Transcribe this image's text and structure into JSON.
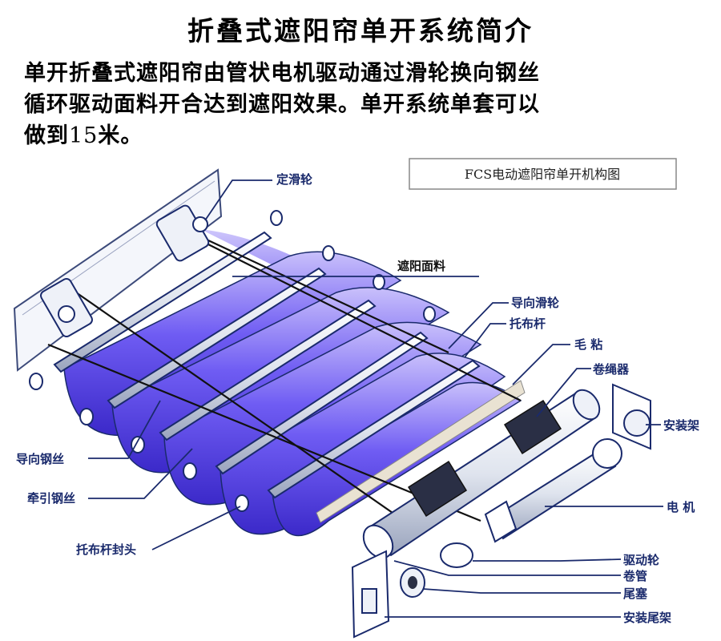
{
  "title": "折叠式遮阳帘单开系统简介",
  "intro": {
    "line1": "单开折叠式遮阳帘由管状电机驱动通过滑轮换向钢丝",
    "line2": "循环驱动面料开合达到遮阳效果。单开系统单套可以",
    "line3_pre": "做到",
    "line3_num": "15",
    "line3_post": "米。"
  },
  "diagram": {
    "caption": "FCS电动遮阳帘单开机构图",
    "labels": {
      "fixed_pulley": "定滑轮",
      "fabric": "遮阳面料",
      "guide_pulley": "导向滑轮",
      "support_bar": "托布杆",
      "velcro": "毛 粘",
      "rope_winder": "卷绳器",
      "mount_bracket": "安装架",
      "guide_wire": "导向钢丝",
      "traction_wire": "牵引钢丝",
      "bar_end_cap": "托布杆封头",
      "motor": "电 机",
      "drive_wheel": "驱动轮",
      "roll_tube": "卷管",
      "end_plug": "尾塞",
      "end_bracket": "安装尾架"
    },
    "colors": {
      "fabric": "#5b49f0",
      "fabric_light": "#a99cf7",
      "metal": "#c8cfe0",
      "outline": "#1a2a6c",
      "callout": "#1a2a6c"
    }
  }
}
